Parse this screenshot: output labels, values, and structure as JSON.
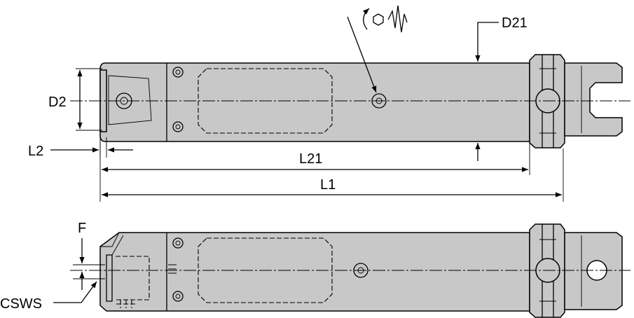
{
  "labels": {
    "d21": "D21",
    "d2": "D2",
    "l2": "L2",
    "l21": "L21",
    "l1": "L1",
    "f": "F",
    "csws": "CSWS"
  },
  "icons": {
    "torque_symbol": "rotation-hex-key-vibration-icon"
  },
  "colors": {
    "body_fill": "#c8c8c8",
    "line": "#000000"
  }
}
